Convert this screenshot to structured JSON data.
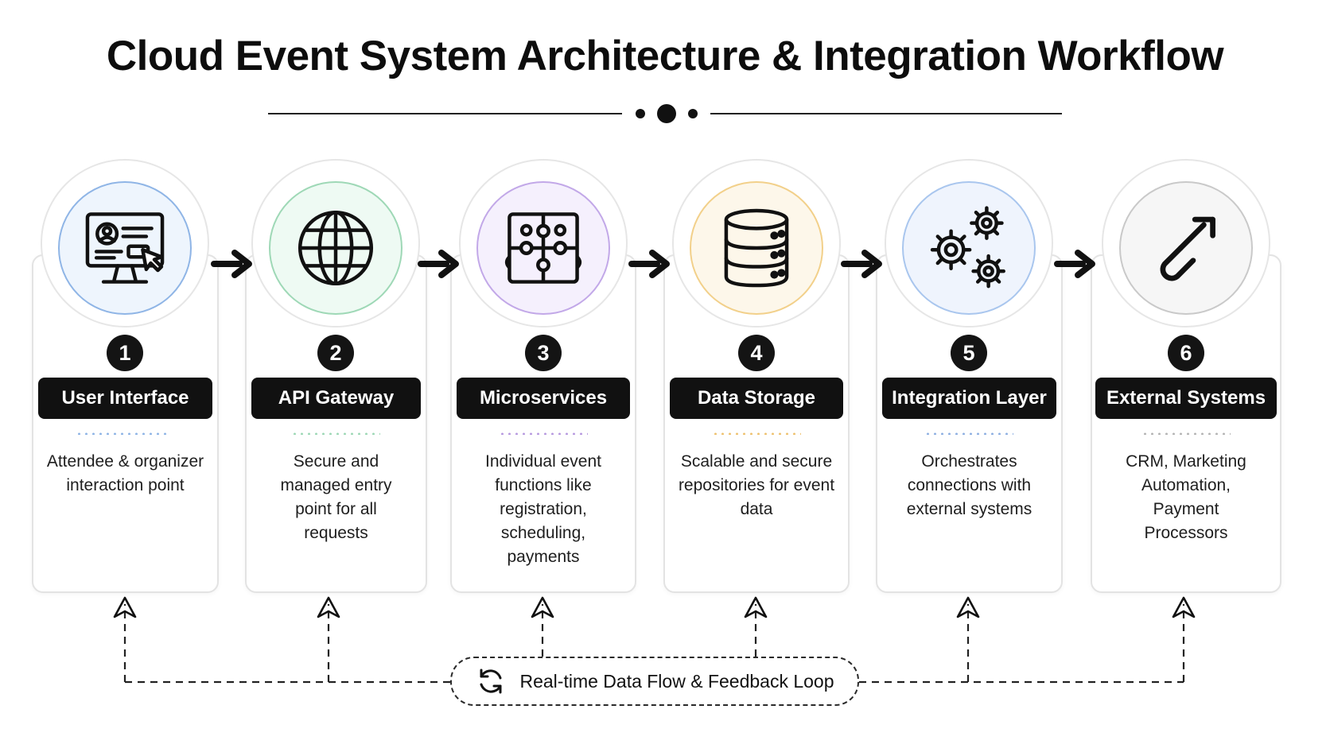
{
  "title": "Cloud Event System Architecture & Integration Workflow",
  "stages": [
    {
      "number": "1",
      "label": "User Interface",
      "description": "Attendee & organizer interaction point",
      "icon": "monitor-user-icon",
      "accent": "#8fb5e6",
      "tint": "#eef5fd"
    },
    {
      "number": "2",
      "label": "API Gateway",
      "description": "Secure and managed entry point for all requests",
      "icon": "globe-icon",
      "accent": "#9ed8b6",
      "tint": "#eefaf3"
    },
    {
      "number": "3",
      "label": "Microservices",
      "description": "Individual event functions like registration, scheduling, payments",
      "icon": "puzzle-icon",
      "accent": "#c2a8e8",
      "tint": "#f5f0fd"
    },
    {
      "number": "4",
      "label": "Data Storage",
      "description": "Scalable and secure repositories for event data",
      "icon": "database-icon",
      "accent": "#f2d08a",
      "tint": "#fdf7ea"
    },
    {
      "number": "5",
      "label": "Integration Layer",
      "description": "Orchestrates connections with external systems",
      "icon": "gears-icon",
      "accent": "#a9c6ee",
      "tint": "#eff4fd"
    },
    {
      "number": "6",
      "label": "External Systems",
      "description": "CRM, Marketing Automation, Payment Processors",
      "icon": "link-icon",
      "accent": "#c9c9c9",
      "tint": "#f6f6f6"
    }
  ],
  "loop": {
    "label": "Real-time Data Flow & Feedback Loop",
    "icon": "refresh-icon"
  }
}
